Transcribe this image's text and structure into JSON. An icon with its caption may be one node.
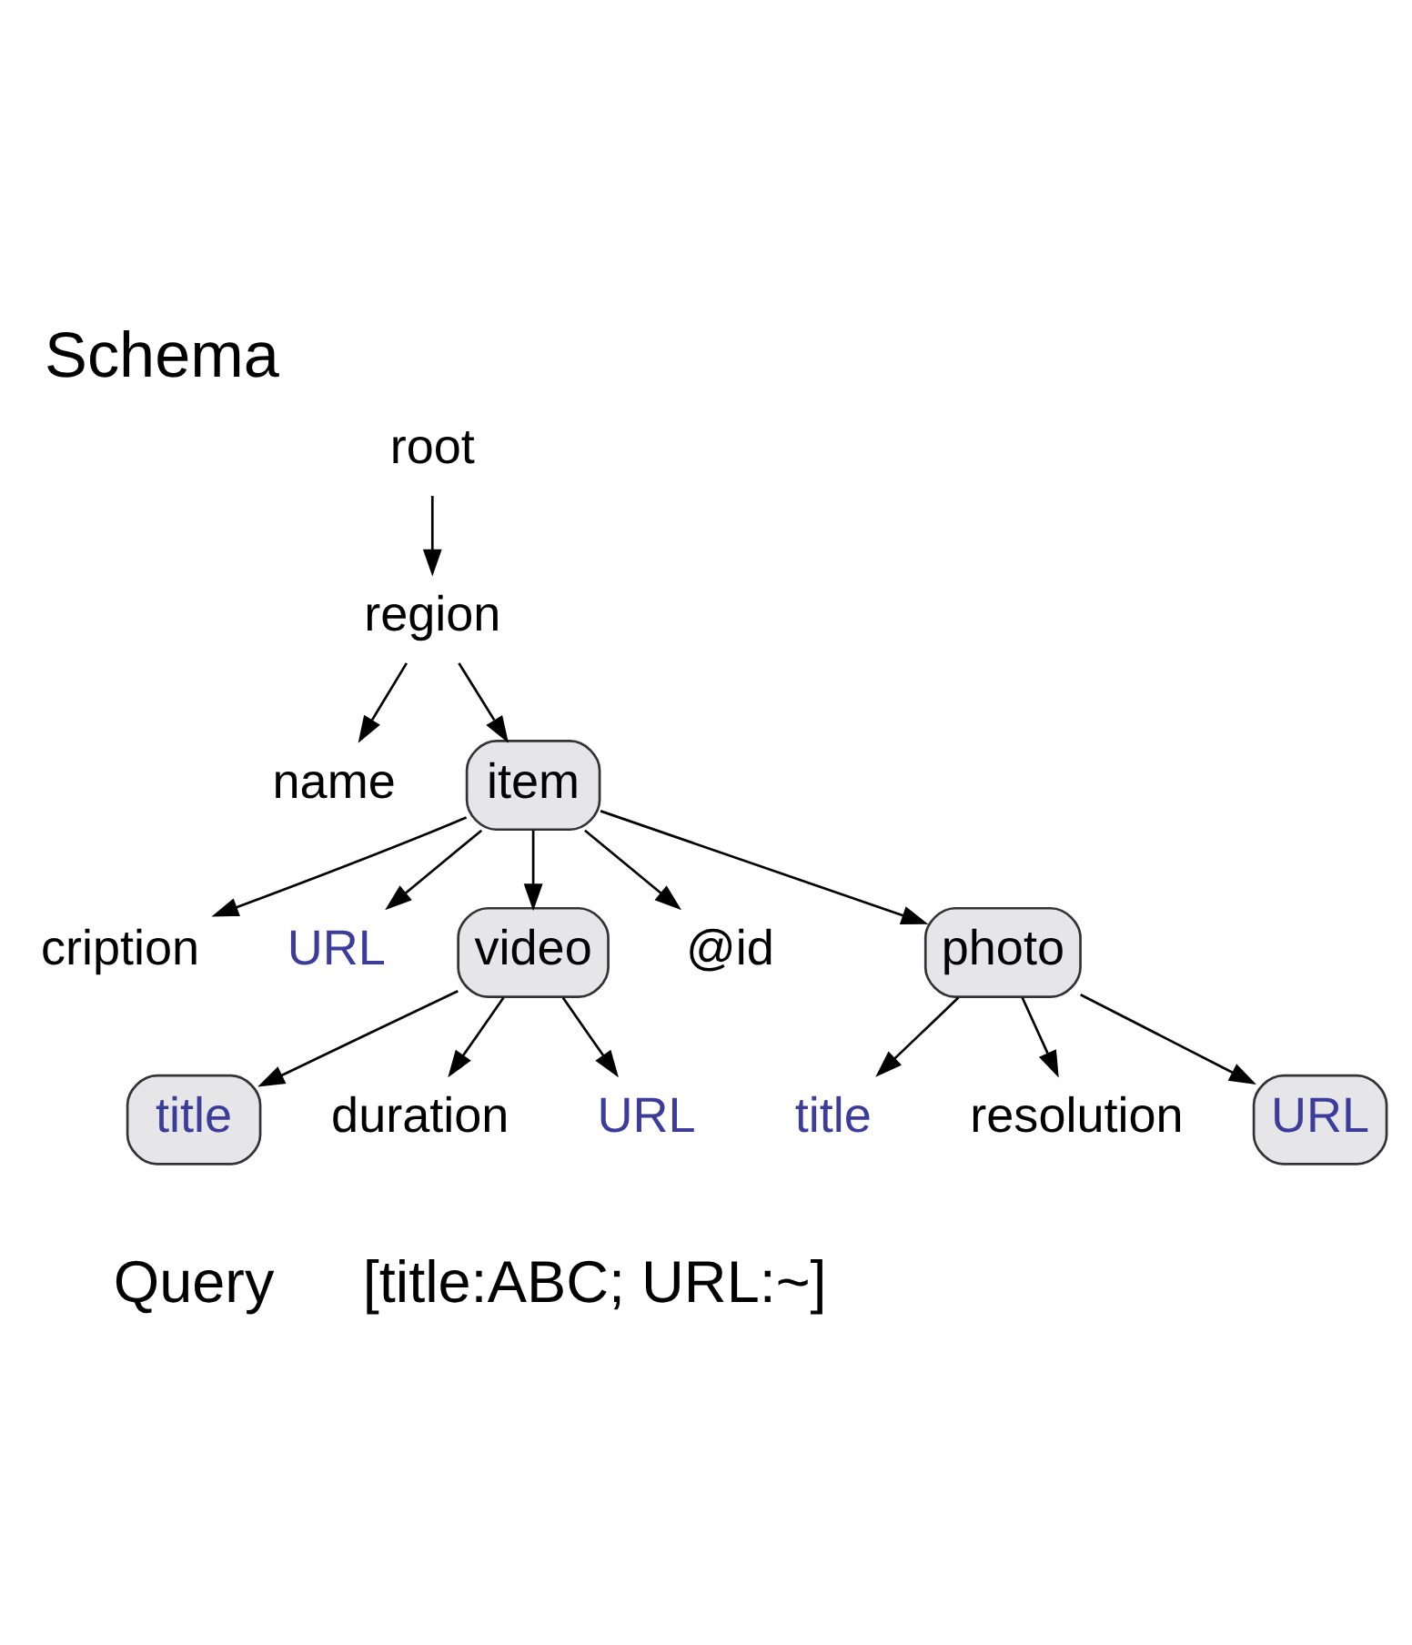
{
  "diagram": {
    "title": "Schema",
    "nodes": [
      {
        "text": [
          "root"
        ]
      },
      {
        "text": [
          "region"
        ]
      },
      {
        "text": [
          "name"
        ]
      },
      {
        "text": [
          "item"
        ]
      },
      {
        "text": [
          "cription"
        ]
      },
      {
        "text": [
          "URL"
        ]
      },
      {
        "text": [
          "video"
        ]
      },
      {
        "text": [
          "@id"
        ]
      },
      {
        "text": [
          "photo"
        ]
      },
      {
        "text": [
          "title"
        ]
      },
      {
        "text": [
          "duration"
        ]
      },
      {
        "text": [
          "URL"
        ]
      },
      {
        "text": [
          "title"
        ]
      },
      {
        "text": [
          "resolution"
        ]
      },
      {
        "text": [
          "URL"
        ]
      }
    ],
    "edges": [
      {
        "from": 0,
        "to": 1,
        "arrow": "to"
      },
      {
        "from": 1,
        "to": 2,
        "arrow": "to"
      },
      {
        "from": 1,
        "to": 3,
        "arrow": "to"
      },
      {
        "from": 3,
        "to": 4,
        "arrow": "to"
      },
      {
        "from": 3,
        "to": 5,
        "arrow": "to"
      },
      {
        "from": 3,
        "to": 6,
        "arrow": "to"
      },
      {
        "from": 3,
        "to": 7,
        "arrow": "to"
      },
      {
        "from": 3,
        "to": 8,
        "arrow": "to"
      },
      {
        "from": 6,
        "to": 9,
        "arrow": "to"
      },
      {
        "from": 6,
        "to": 10,
        "arrow": "to"
      },
      {
        "from": 6,
        "to": 11,
        "arrow": "to"
      },
      {
        "from": 8,
        "to": 12,
        "arrow": "to"
      },
      {
        "from": 8,
        "to": 13,
        "arrow": "to"
      },
      {
        "from": 8,
        "to": 14,
        "arrow": "to"
      }
    ],
    "labels": [
      "Query",
      "[title:ABC; URL:~]"
    ]
  }
}
